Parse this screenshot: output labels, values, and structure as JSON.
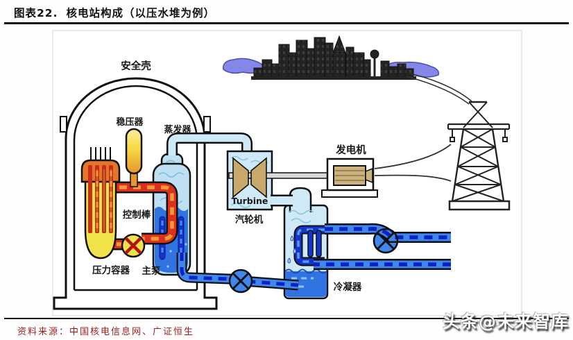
{
  "header": {
    "figure_label": "图表22.",
    "title": "核电站构成（以压水堆为例）"
  },
  "footer": {
    "source": "资料来源：中国核电信息网、广证恒生"
  },
  "watermark": {
    "text": "头条@未来智库"
  },
  "diagram": {
    "labels": {
      "containment": "安全壳",
      "pressurizer": "稳压器",
      "steam_generator": "蒸发器",
      "control_rods": "控制棒",
      "pressure_vessel": "压力容器",
      "main_pump": "主泵",
      "turbine_en": "Turbine",
      "turbine_cn": "汽轮机",
      "generator": "发电机",
      "condenser": "冷凝器"
    },
    "colors": {
      "primary_pipe_red": "#d93020",
      "primary_dash_orange": "#f09a35",
      "secondary_pipe_blue": "#3f87ec",
      "secondary_dash_navy": "#0d22c4",
      "steam_light_blue": "#cfeaf6",
      "vessel_yellow": "#f2e34a",
      "vessel_orange": "#e2762a",
      "water_blue": "#2f74e0",
      "machine_tan": "#c9a86b",
      "city_purple": "#8486e8",
      "source_text_red": "#9e1b1b"
    }
  }
}
